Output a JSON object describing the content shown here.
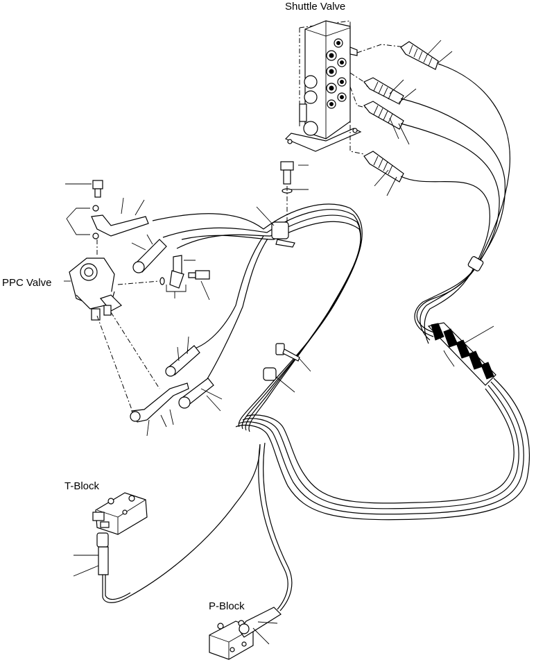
{
  "labels": {
    "shuttle_valve": "Shuttle Valve",
    "ppc_valve": "PPC Valve",
    "t_block": "T-Block",
    "p_block": "P-Block"
  },
  "colors": {
    "line": "#000000",
    "background": "#ffffff"
  }
}
